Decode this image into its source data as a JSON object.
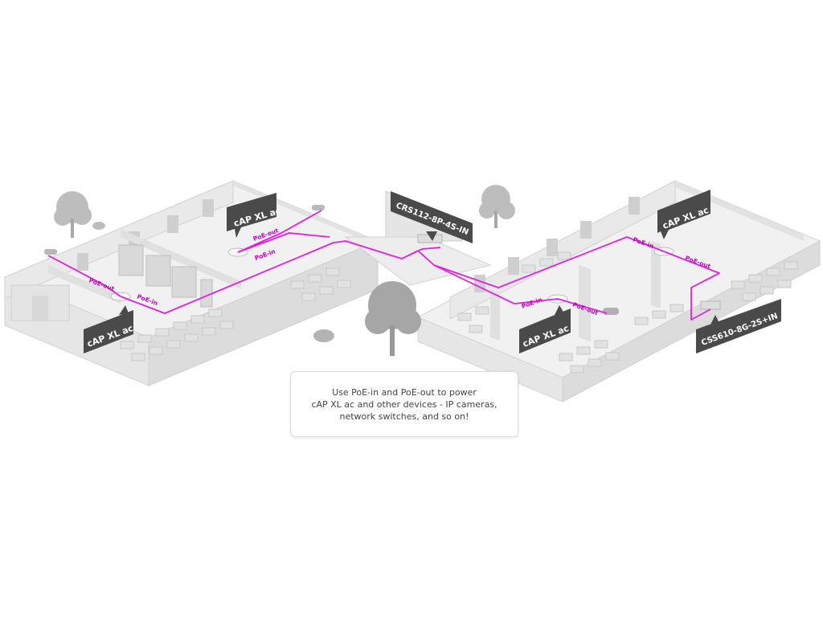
{
  "labels": {
    "core_switch": "CRS112-8P-4S-IN",
    "edge_switch": "CSS610-8G-2S+IN",
    "ap_left_upper": "cAP XL ac",
    "ap_left_lower": "cAP XL ac",
    "ap_right_upper": "cAP XL ac",
    "ap_right_lower": "cAP XL ac",
    "poe_out": "PoE-out",
    "poe_in": "PoE-in"
  },
  "caption": "Use PoE-in and PoE-out to power\ncAP XL ac and other devices - IP cameras,\nnetwork switches, and so on!",
  "colors": {
    "cable": "#e020e0",
    "wire_label": "#c000c0",
    "tag_bg": "#4a4a4a",
    "floor": "#f0f0f0",
    "wall": "#dedede"
  }
}
